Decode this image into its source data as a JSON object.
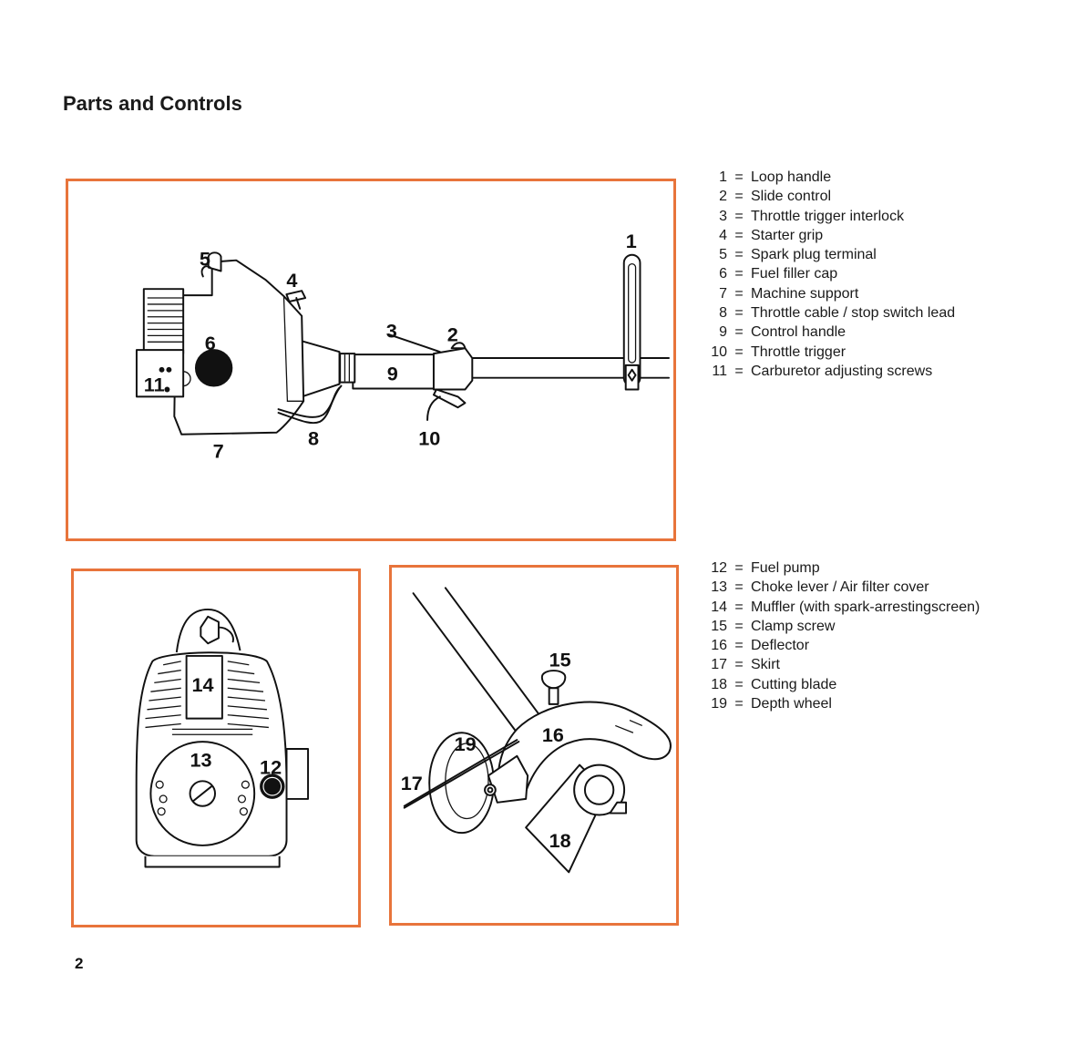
{
  "page": {
    "title": "Parts and Controls",
    "number": "2"
  },
  "figure_main": {
    "callouts": {
      "c1": "1",
      "c2": "2",
      "c3": "3",
      "c4": "4",
      "c5": "5",
      "c6": "6",
      "c7": "7",
      "c8": "8",
      "c9": "9",
      "c10": "10",
      "c11": "11"
    }
  },
  "figure_engine": {
    "callouts": {
      "c12": "12",
      "c13": "13",
      "c14": "14"
    }
  },
  "figure_edger": {
    "callouts": {
      "c15": "15",
      "c16": "16",
      "c17": "17",
      "c18": "18",
      "c19": "19"
    }
  },
  "legend_top": [
    {
      "num": "1",
      "eq": "=",
      "label": "Loop handle"
    },
    {
      "num": "2",
      "eq": "=",
      "label": "Slide control"
    },
    {
      "num": "3",
      "eq": "=",
      "label": "Throttle trigger interlock"
    },
    {
      "num": "4",
      "eq": "=",
      "label": "Starter grip"
    },
    {
      "num": "5",
      "eq": "=",
      "label": "Spark plug terminal"
    },
    {
      "num": "6",
      "eq": "=",
      "label": "Fuel filler cap"
    },
    {
      "num": "7",
      "eq": "=",
      "label": "Machine support"
    },
    {
      "num": "8",
      "eq": "=",
      "label": "Throttle cable / stop switch lead"
    },
    {
      "num": "9",
      "eq": "=",
      "label": "Control handle"
    },
    {
      "num": "10",
      "eq": "=",
      "label": "Throttle trigger"
    },
    {
      "num": "11",
      "eq": "=",
      "label": "Carburetor adjusting screws"
    }
  ],
  "legend_bottom": [
    {
      "num": "12",
      "eq": "=",
      "label": "Fuel pump"
    },
    {
      "num": "13",
      "eq": "=",
      "label": "Choke lever / Air filter cover"
    },
    {
      "num": "14",
      "eq": "=",
      "label": "Muffler (with spark-arrestingscreen)"
    },
    {
      "num": "15",
      "eq": "=",
      "label": "Clamp screw"
    },
    {
      "num": "16",
      "eq": "=",
      "label": "Deflector"
    },
    {
      "num": "17",
      "eq": "=",
      "label": "Skirt"
    },
    {
      "num": "18",
      "eq": "=",
      "label": "Cutting blade"
    },
    {
      "num": "19",
      "eq": "=",
      "label": "Depth wheel"
    }
  ],
  "colors": {
    "frame": "#e8743b",
    "ink": "#111111"
  }
}
